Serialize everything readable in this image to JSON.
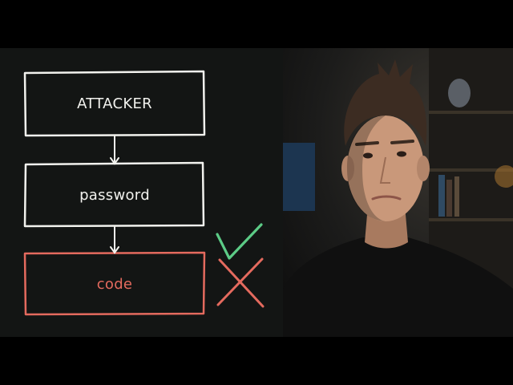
{
  "diagram": {
    "nodes": [
      {
        "id": "attacker",
        "label": "ATTACKER",
        "status": "neutral"
      },
      {
        "id": "password",
        "label": "password",
        "status": "success"
      },
      {
        "id": "code",
        "label": "code",
        "status": "blocked"
      }
    ],
    "edges": [
      {
        "from": "attacker",
        "to": "password"
      },
      {
        "from": "password",
        "to": "code"
      }
    ]
  },
  "colors": {
    "background": "#131514",
    "neutral": "#f2f2ee",
    "success": "#5ccb86",
    "blocked": "#e46a5e",
    "shirt": "#101010",
    "skin": "#c9987a",
    "hair": "#3c2c22"
  },
  "icons": {
    "password_mark": "check-icon",
    "code_mark": "cross-icon"
  }
}
